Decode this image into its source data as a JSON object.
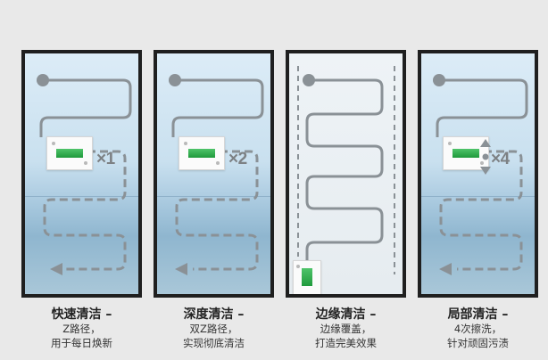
{
  "panels": [
    {
      "title": "快速清洁 –",
      "line1": "Z路径，",
      "line2": "用于每日焕新",
      "multiplier": "×1"
    },
    {
      "title": "深度清洁 –",
      "line1": "双Z路径，",
      "line2": "实现彻底清洁",
      "multiplier": "×2"
    },
    {
      "title": "边缘清洁 –",
      "line1": "边缘覆盖，",
      "line2": "打造完美效果",
      "multiplier": ""
    },
    {
      "title": "局部清洁 –",
      "line1": "4次擦洗，",
      "line2": "针对顽固污渍",
      "multiplier": "×4"
    }
  ],
  "colors": {
    "frame": "#1f1f1f",
    "path": "#8a9196",
    "screen": "#2aa548",
    "background": "#e9e9e9"
  }
}
